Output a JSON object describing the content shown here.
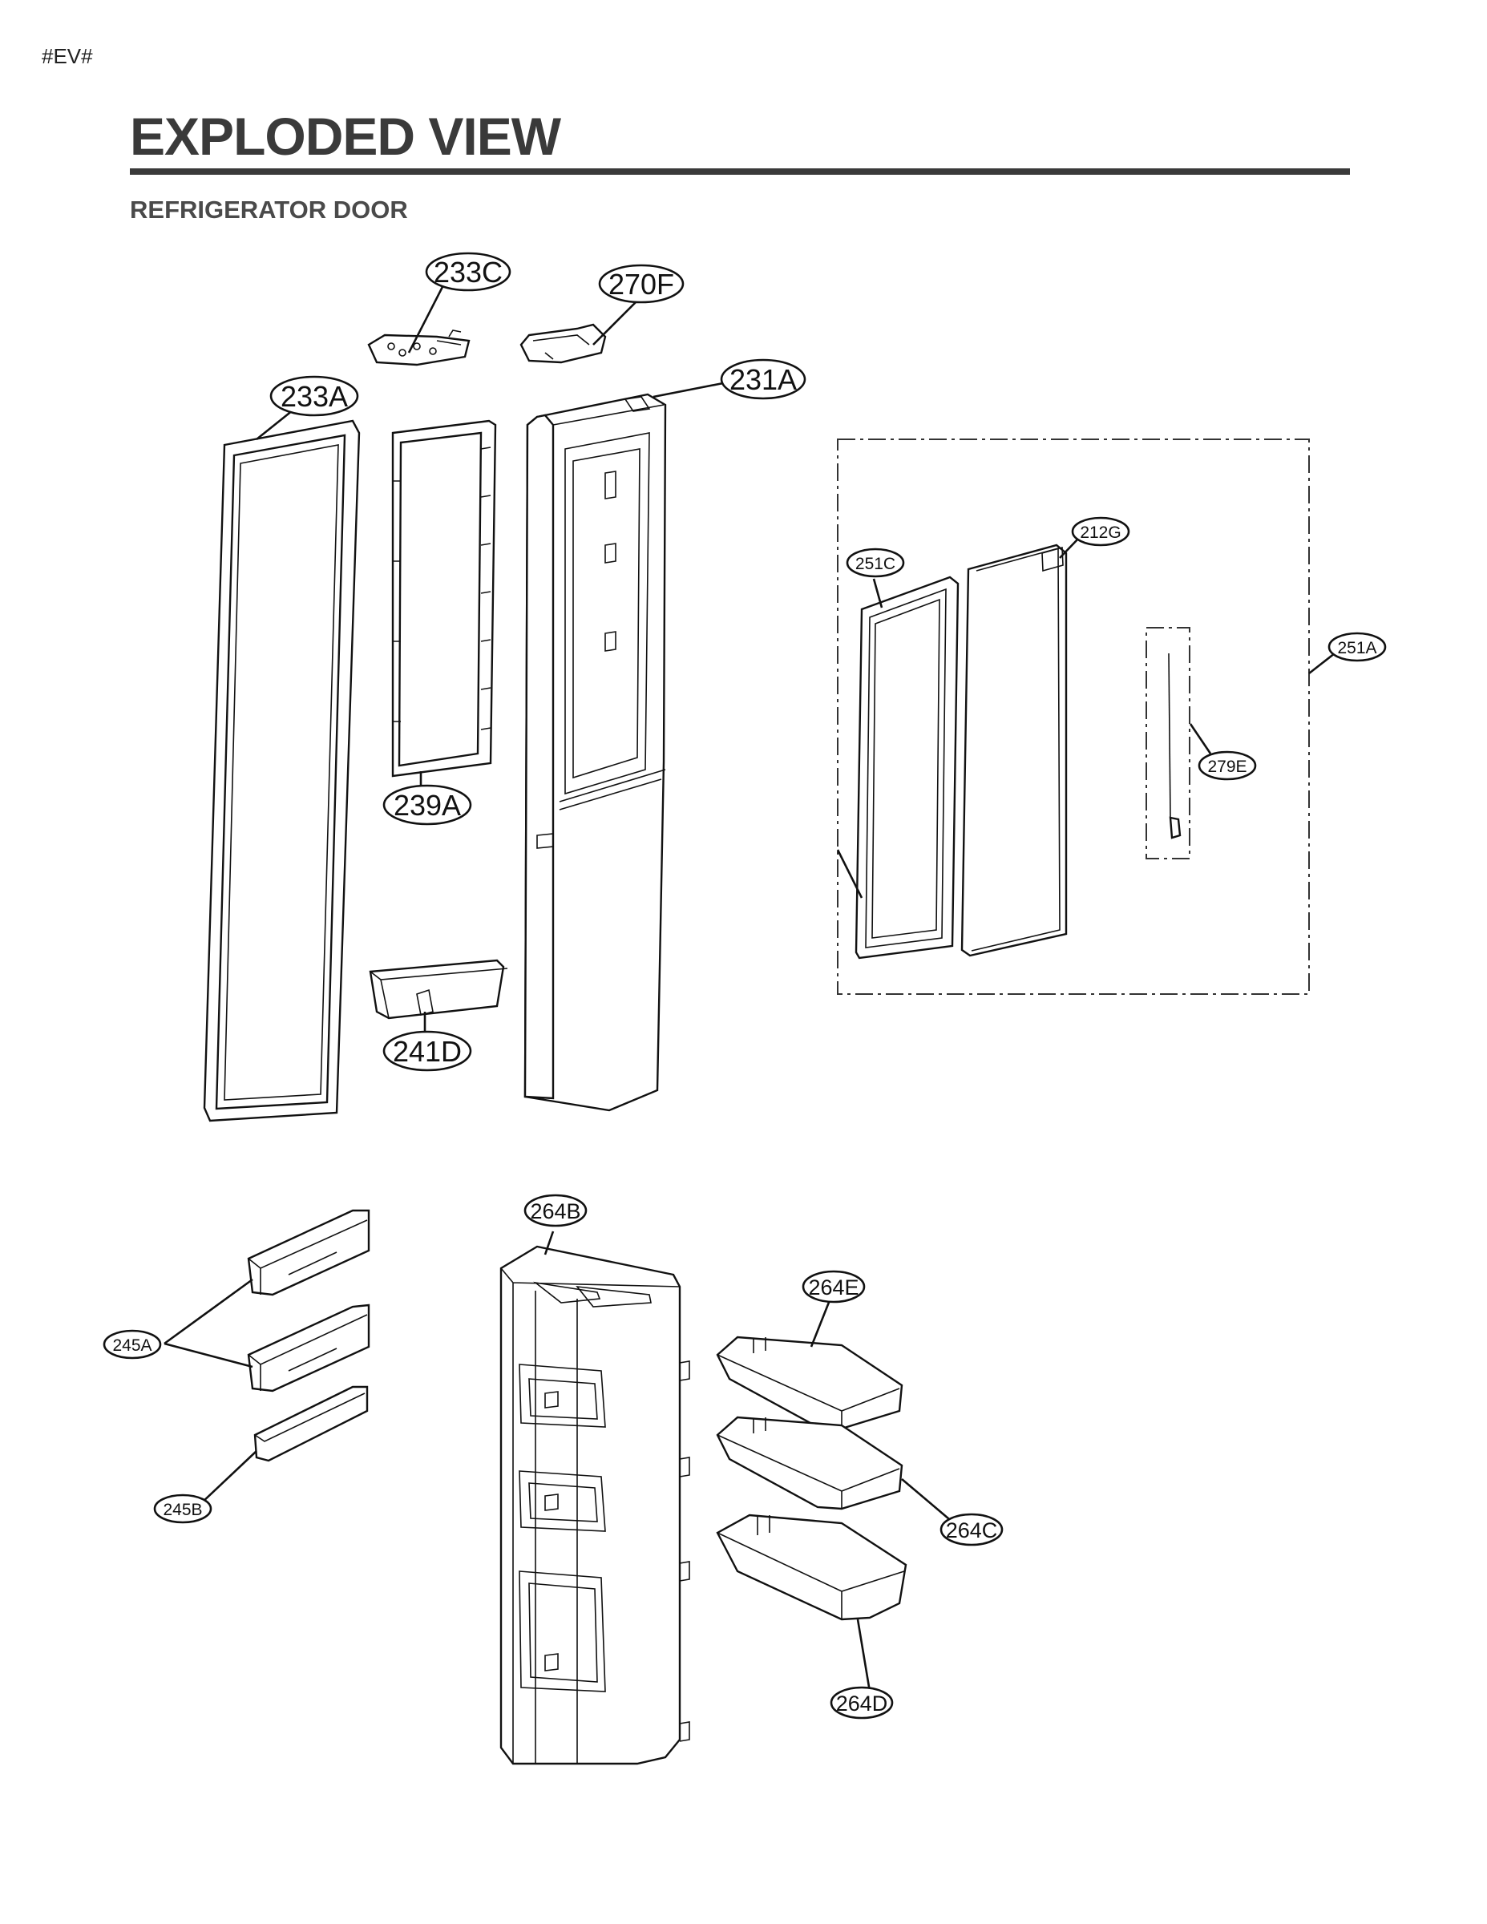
{
  "header": {
    "tag": "#EV#",
    "title": "EXPLODED VIEW",
    "subtitle": "REFRIGERATOR DOOR"
  },
  "callouts": {
    "c233C": "233C",
    "c270F": "270F",
    "c233A": "233A",
    "c231A": "231A",
    "c239A": "239A",
    "c241D": "241D",
    "c212G": "212G",
    "c251C": "251C",
    "c251A": "251A",
    "c279E": "279E",
    "c264B": "264B",
    "c264E": "264E",
    "c245A": "245A",
    "c245B": "245B",
    "c264C": "264C",
    "c264D": "264D"
  }
}
